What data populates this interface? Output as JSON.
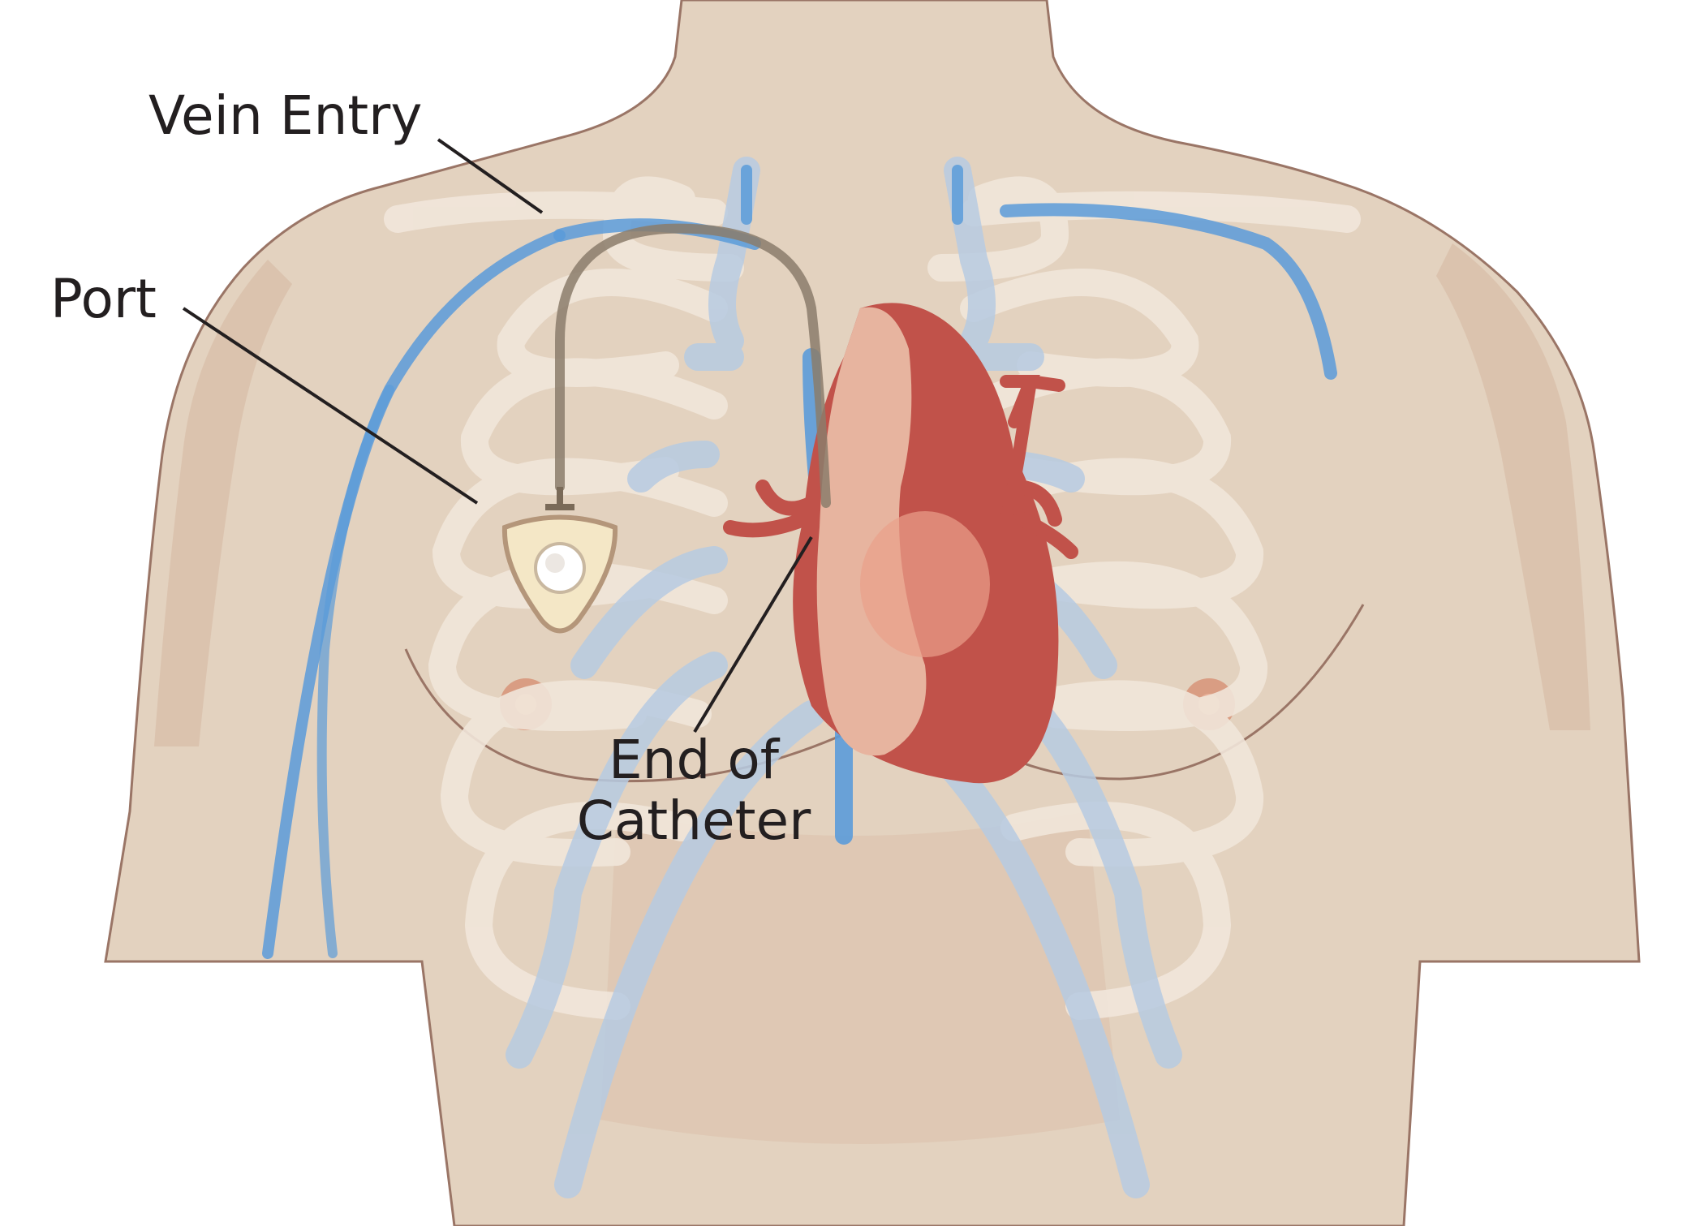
{
  "labels": {
    "vein_entry": "Vein Entry",
    "port": "Port",
    "end_of_catheter_line1": "End of",
    "end_of_catheter_line2": "Catheter"
  },
  "colors": {
    "skin": "#e3d2bf",
    "skin_shadow": "#d6b7a0",
    "outline": "#9a7566",
    "rib": "#f1e6da",
    "vein_blue": "#5b9bd9",
    "pale_blue": "#b7cbe2",
    "heart": "#c1524a",
    "heart_light": "#e7b49f",
    "catheter": "#8b7d6b",
    "leader_line": "#231f20"
  }
}
